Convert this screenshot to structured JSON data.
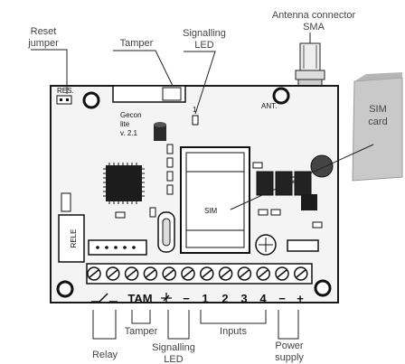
{
  "callouts": {
    "reset_jumper": [
      "Reset",
      "jumper"
    ],
    "tamper_top": "Tamper",
    "signalling_led_top": [
      "Signalling",
      "LED"
    ],
    "antenna": [
      "Antenna connector",
      "SMA"
    ],
    "sim_card": [
      "SIM",
      "card"
    ],
    "relay": "Relay",
    "tamper_bottom": "Tamper",
    "signalling_led_bottom": [
      "Signalling",
      "LED"
    ],
    "inputs": "Inputs",
    "power_supply": [
      "Power",
      "supply"
    ]
  },
  "board": {
    "res_label": "RES.",
    "ant_label": "ANT.",
    "model_lines": [
      "Gecon",
      "lite",
      "v. 2.1"
    ],
    "led_ref": "1",
    "sim_label": "SIM",
    "rele_label": "RELE"
  },
  "terminals": {
    "labels": [
      "TAM",
      "−",
      "1",
      "2",
      "3",
      "4",
      "−",
      "+"
    ]
  },
  "colors": {
    "board": "#f4f4f4",
    "outline": "#1a1a1a",
    "callout_text": "#444444",
    "sim_card": "#c9c9c9"
  }
}
